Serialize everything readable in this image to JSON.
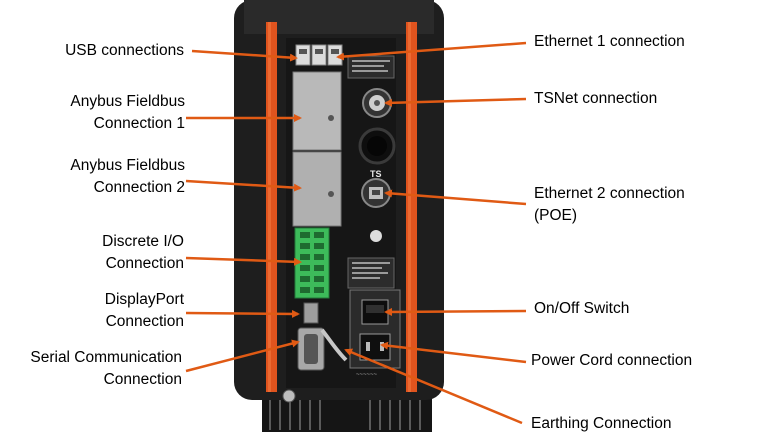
{
  "labels": {
    "usb": "USB connections",
    "fieldbus1_line1": "Anybus Fieldbus",
    "fieldbus1_line2": "Connection 1",
    "fieldbus2_line1": "Anybus Fieldbus",
    "fieldbus2_line2": "Connection 2",
    "discrete_line1": "Discrete I/O",
    "discrete_line2": "Connection",
    "displayport_line1": "DisplayPort",
    "displayport_line2": "Connection",
    "serial_line1": "Serial Communication",
    "serial_line2": "Connection",
    "ethernet1": "Ethernet 1 connection",
    "tsnet": "TSNet connection",
    "ethernet2_line1": "Ethernet 2 connection",
    "ethernet2_line2": "(POE)",
    "onoff": "On/Off Switch",
    "powercord": "Power Cord connection",
    "earthing": "Earthing Connection"
  },
  "device": {
    "brand_text": "TS",
    "colors": {
      "body": "#1e1e1e",
      "rail": "#e0541e",
      "arrow": "#e05a14",
      "plate": "#b9b9b9",
      "terminal": "#3dbb5a"
    }
  }
}
